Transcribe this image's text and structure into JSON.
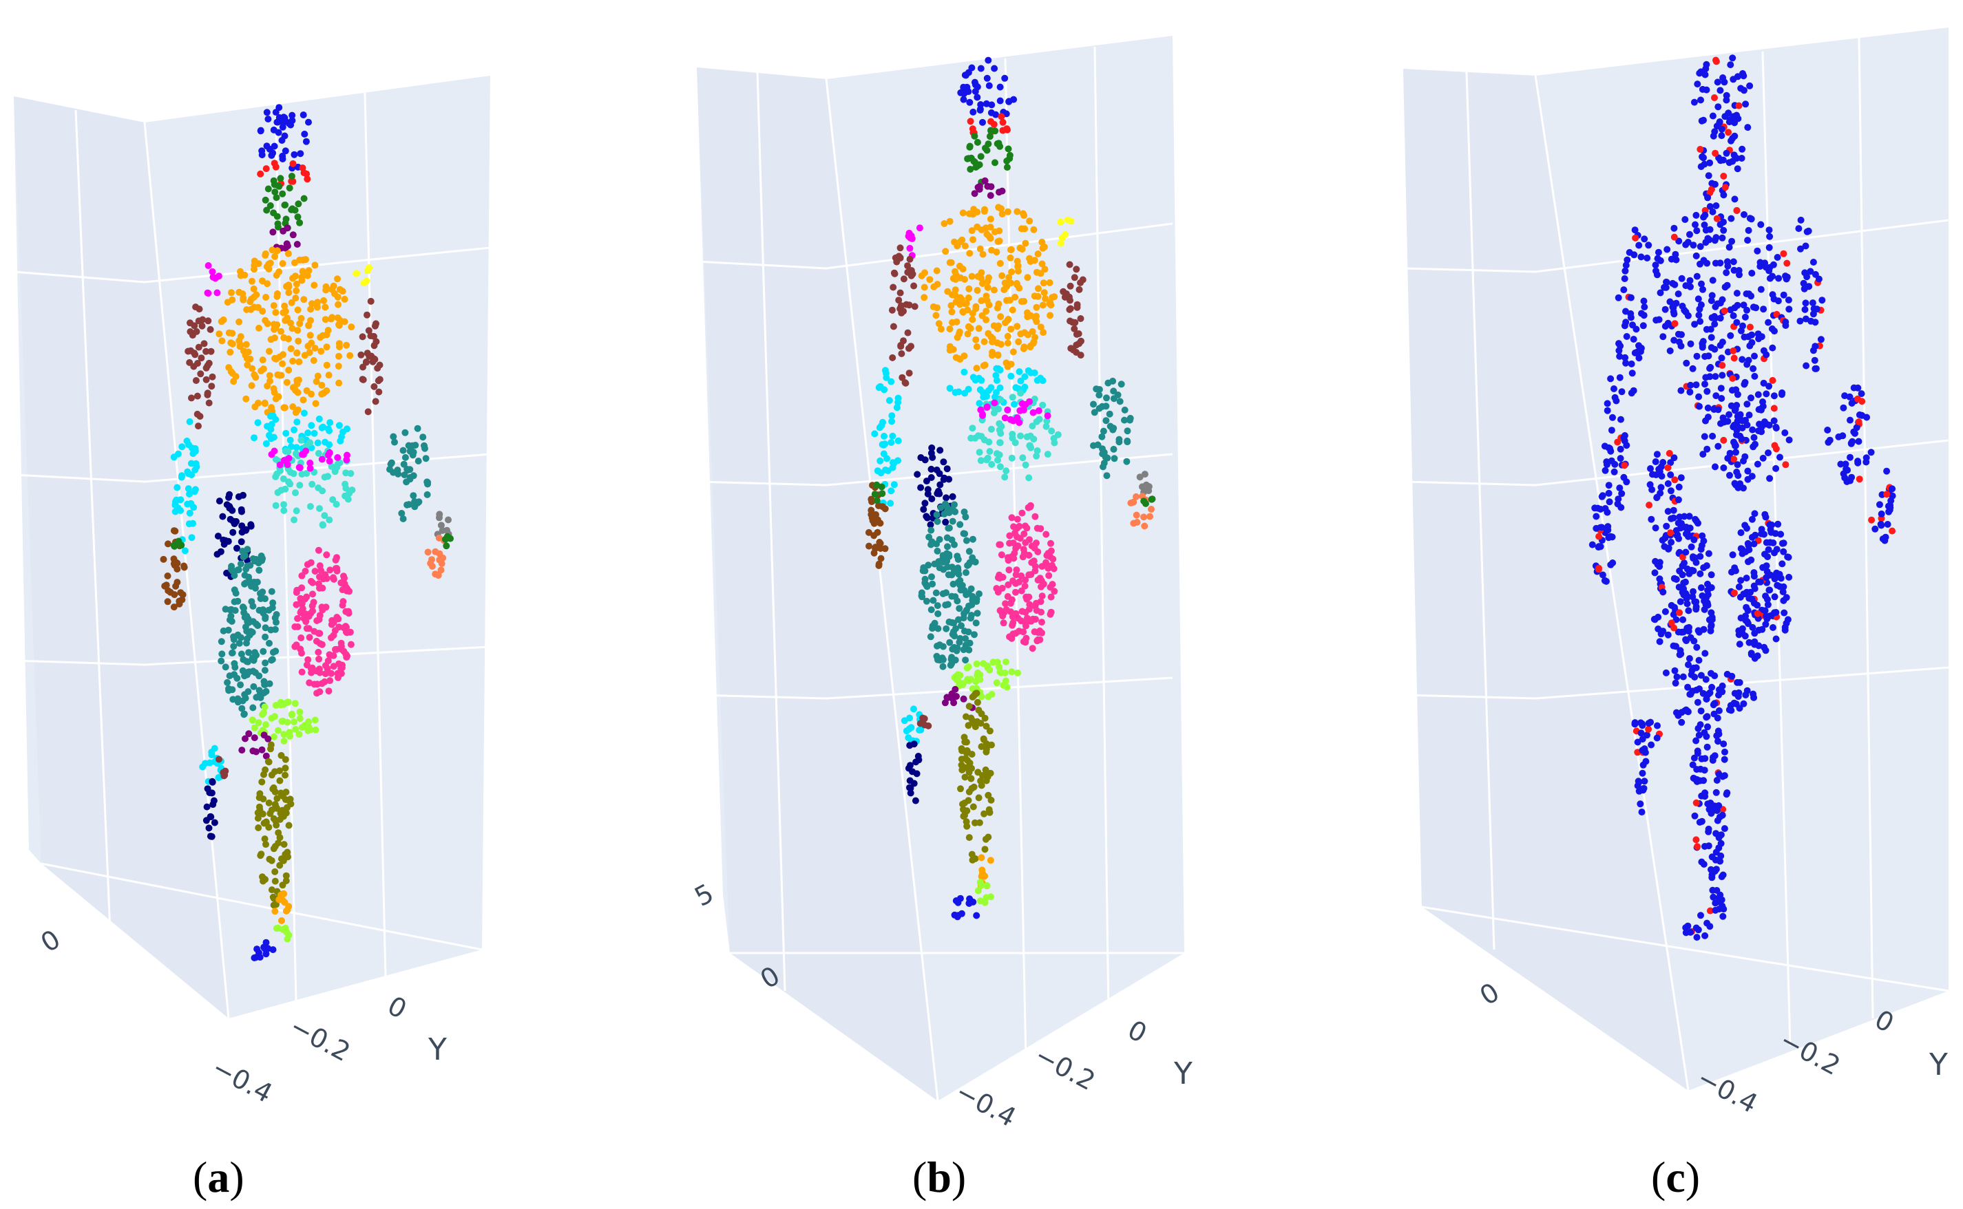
{
  "colors": {
    "pane": "#e5ecf6",
    "pane_side": "#dde5f1",
    "grid": "#ffffff",
    "tick_text": "#3d4a5c"
  },
  "chart_data": [
    {
      "type": "scatter",
      "projection": "3d",
      "panel": "a",
      "description_series": "colored body-part clusters",
      "x_ticks": [
        "0"
      ],
      "y_ticks": [
        "−0.4",
        "−0.2",
        "0"
      ],
      "ylabel": "Y",
      "zlabel": "",
      "palette": [
        "#1414e6",
        "#ff1a1a",
        "#1a801a",
        "#800080",
        "#ffa500",
        "#ff00ff",
        "#ffff1a",
        "#8b3a3a",
        "#00e5ff",
        "#000080",
        "#1f8a8a",
        "#ff3399",
        "#99ff33",
        "#808000",
        "#ff7f50",
        "#8b4513",
        "#808080",
        "#40e0d0"
      ]
    },
    {
      "type": "scatter",
      "projection": "3d",
      "panel": "b",
      "x_ticks": [
        "0"
      ],
      "y_ticks": [
        "−0.4",
        "−0.2",
        "0"
      ],
      "z_ticks": [
        "5"
      ],
      "ylabel": "Y",
      "palette": [
        "#1414e6",
        "#ff1a1a",
        "#1a801a",
        "#800080",
        "#ffa500",
        "#ff00ff",
        "#ffff1a",
        "#8b3a3a",
        "#00e5ff",
        "#000080",
        "#1f8a8a",
        "#ff3399",
        "#99ff33",
        "#808000",
        "#ff7f50",
        "#8b4513",
        "#808080",
        "#40e0d0"
      ]
    },
    {
      "type": "scatter",
      "projection": "3d",
      "panel": "c",
      "x_ticks": [
        "0"
      ],
      "y_ticks": [
        "−0.4",
        "−0.2",
        "0"
      ],
      "ylabel": "Y",
      "palette": [
        "#1414e6",
        "#ff1a1a"
      ]
    }
  ],
  "captions": [
    {
      "open": "(",
      "letter": "a",
      "close": ")"
    },
    {
      "open": "(",
      "letter": "b",
      "close": ")"
    },
    {
      "open": "(",
      "letter": "c",
      "close": ")"
    }
  ]
}
